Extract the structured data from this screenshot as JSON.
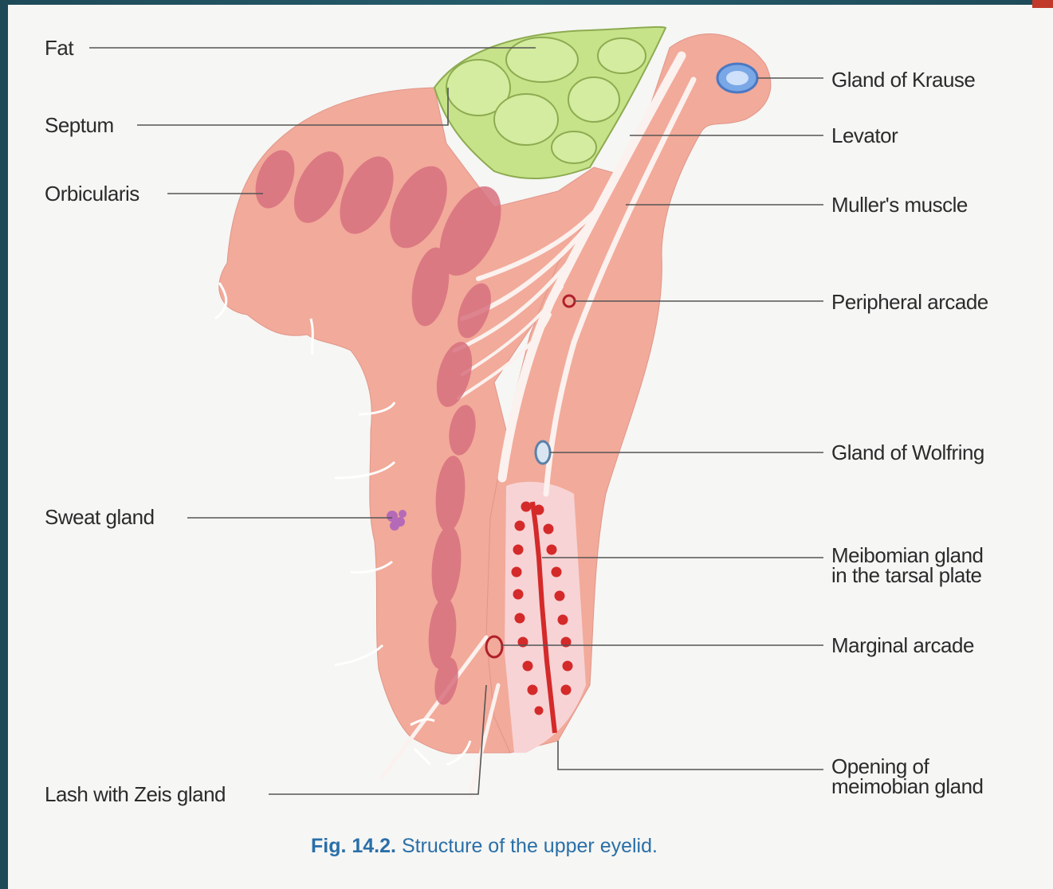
{
  "labels": {
    "fat": "Fat",
    "septum": "Septum",
    "orbicularis": "Orbicularis",
    "sweat_gland": "Sweat gland",
    "lash": "Lash with Zeis gland",
    "gland_krause": "Gland of Krause",
    "levator": "Levator",
    "muller": "Muller's muscle",
    "peripheral_arcade": "Peripheral arcade",
    "gland_wolfring": "Gland of Wolfring",
    "meibomian_line1": "Meibomian gland",
    "meibomian_line2": "in the tarsal plate",
    "marginal_arcade": "Marginal arcade",
    "opening_line1": "Opening of",
    "opening_line2": "meimobian gland"
  },
  "caption": {
    "number": "Fig. 14.2.",
    "text": "Structure of the upper eyelid."
  },
  "colors": {
    "skin": "#f2aa9a",
    "orbicularis_fibres": "#c95c6c",
    "fat": "#c6e38a",
    "tarsal_plate": "#f7d3d5",
    "meibomian_gland": "#d42a2a",
    "caption": "#2a6fa8"
  }
}
